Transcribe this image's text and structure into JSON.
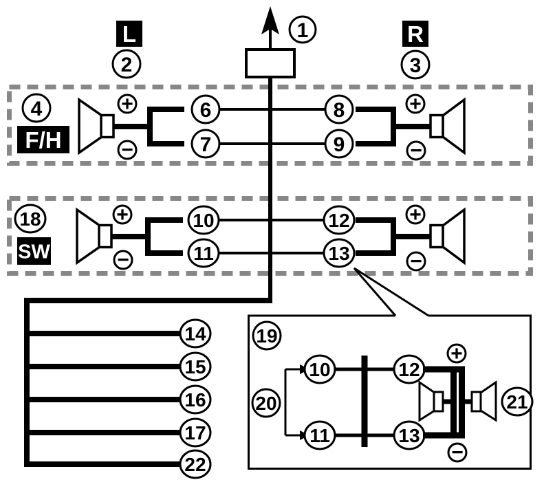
{
  "diagram_type": "car-audio-speaker-wiring-diagram",
  "colors": {
    "line": "#000000",
    "dashed_border": "#878787",
    "background": "#ffffff",
    "tag_background": "#000000",
    "tag_foreground": "#ffffff"
  },
  "tags": {
    "left_channel": "L",
    "right_channel": "R",
    "front_high": "F/H",
    "subwoofer": "SW"
  },
  "polarity": {
    "plus": "+",
    "minus": "−"
  },
  "callouts": {
    "c1": "1",
    "c2": "2",
    "c3": "3",
    "c4": "4",
    "c6": "6",
    "c7": "7",
    "c8": "8",
    "c9": "9",
    "c10": "10",
    "c11": "11",
    "c12": "12",
    "c13": "13",
    "c14": "14",
    "c15": "15",
    "c16": "16",
    "c17": "17",
    "c18": "18",
    "c19": "19",
    "c20": "20",
    "c21": "21",
    "c22": "22"
  },
  "inset_callouts": {
    "c10": "10",
    "c11": "11",
    "c12": "12",
    "c13": "13"
  }
}
